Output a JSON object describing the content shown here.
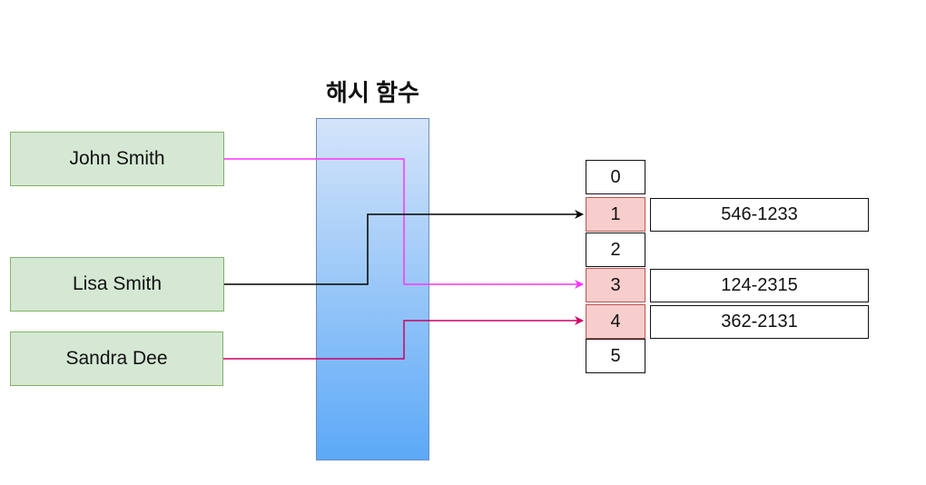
{
  "hash_function": {
    "title": "해시 함수"
  },
  "keys": [
    {
      "label": "John Smith"
    },
    {
      "label": "Lisa Smith"
    },
    {
      "label": "Sandra Dee"
    }
  ],
  "buckets": [
    {
      "index": "0",
      "highlighted": false
    },
    {
      "index": "1",
      "highlighted": true
    },
    {
      "index": "2",
      "highlighted": false
    },
    {
      "index": "3",
      "highlighted": true
    },
    {
      "index": "4",
      "highlighted": true
    },
    {
      "index": "5",
      "highlighted": false
    }
  ],
  "entries": [
    {
      "bucket": "1",
      "value": "546-1233"
    },
    {
      "bucket": "3",
      "value": "124-2315"
    },
    {
      "bucket": "4",
      "value": "362-2131"
    }
  ],
  "mappings": [
    {
      "from": "John Smith",
      "to_bucket": "3",
      "color": "#ff33ff"
    },
    {
      "from": "Lisa Smith",
      "to_bucket": "1",
      "color": "#000000"
    },
    {
      "from": "Sandra Dee",
      "to_bucket": "4",
      "color": "#cc0066"
    }
  ],
  "colors": {
    "key_fill": "#d5e8d4",
    "key_stroke": "#82b366",
    "hash_fill_top": "#d4e4f9",
    "hash_fill_bottom": "#5ca9f8",
    "hash_stroke": "#6c8ebf",
    "bucket_hit_fill": "#f8cecc",
    "bucket_hit_stroke": "#b85450"
  }
}
